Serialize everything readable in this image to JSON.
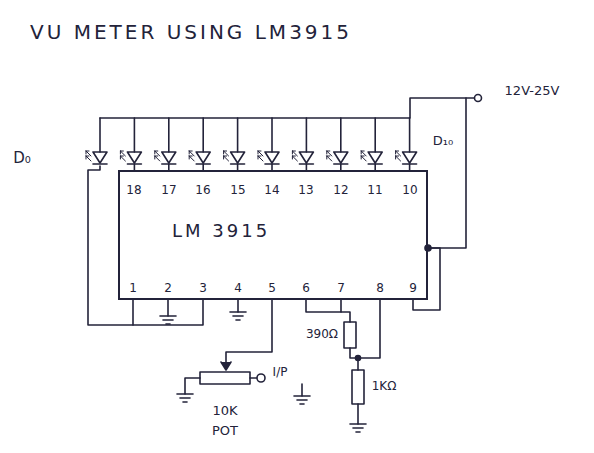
{
  "diagram": {
    "title": "VU METER USING LM3915",
    "nodes": [
      {
        "text": [
          "LM 3915"
        ]
      }
    ],
    "labels": [
      "12V-25V",
      "D₀",
      "D₁₀",
      "18",
      "17",
      "16",
      "15",
      "14",
      "13",
      "12",
      "11",
      "10",
      "1",
      "2",
      "3",
      "4",
      "5",
      "6",
      "7",
      "8",
      "9",
      "390Ω",
      "1KΩ",
      "10K",
      "POT",
      "I/P"
    ]
  }
}
